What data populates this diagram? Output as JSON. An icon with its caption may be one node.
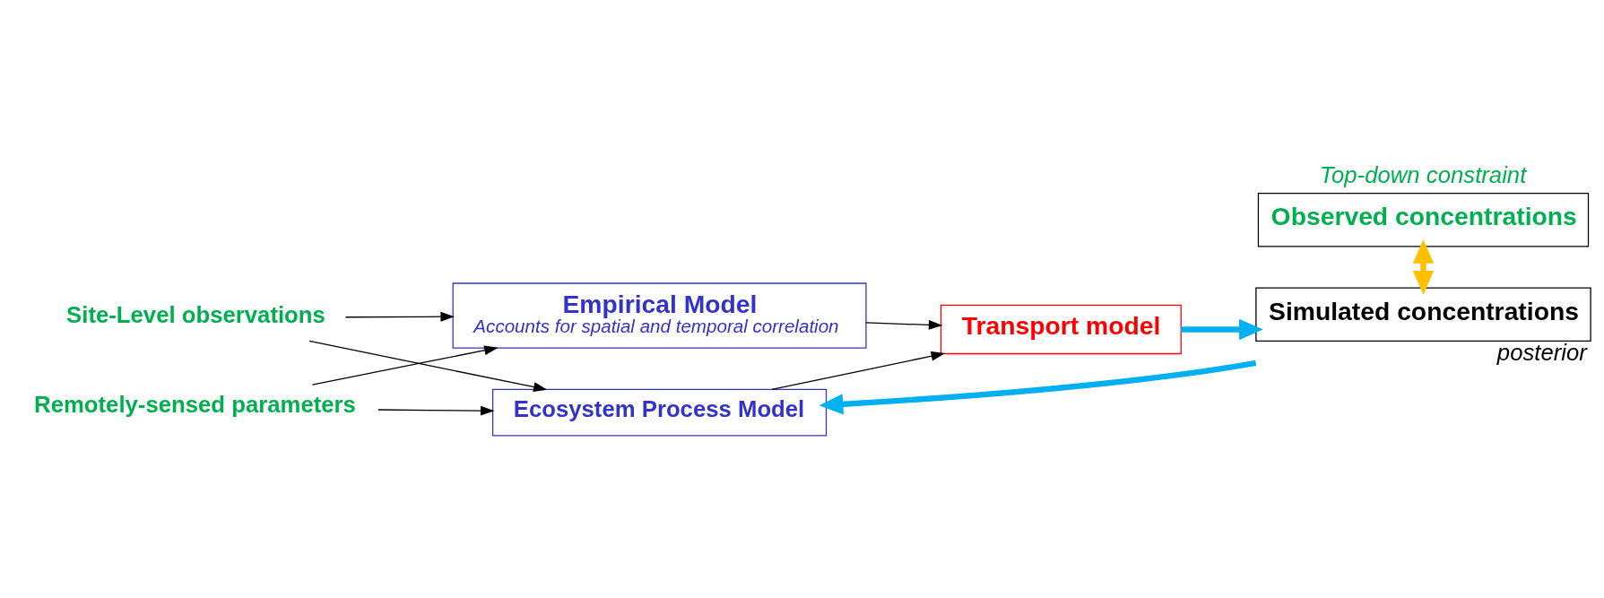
{
  "diagram": {
    "nodes": [
      {
        "text": [
          "Empirical Model",
          "Accounts for spatial and temporal correlation"
        ]
      },
      {
        "text": [
          "Observed concentrations"
        ],
        "beside": [
          "Top-down constraint"
        ]
      },
      {
        "text": [
          "Site-Level observations"
        ]
      },
      {
        "text": [
          "Transport model"
        ]
      },
      {
        "text": [
          "Simulated concentrations"
        ],
        "beside": [
          "posterior"
        ]
      },
      {
        "text": [
          "Ecosystem Process Model"
        ]
      },
      {
        "text": [
          "Remotely-sensed parameters"
        ]
      }
    ],
    "edges": [
      {
        "from": 2,
        "to": 0,
        "arrow": "to"
      },
      {
        "from": 2,
        "to": 5,
        "arrow": "to"
      },
      {
        "from": 6,
        "to": 0,
        "arrow": "to"
      },
      {
        "from": 6,
        "to": 5,
        "arrow": "to"
      },
      {
        "from": 0,
        "to": 3,
        "arrow": "to"
      },
      {
        "from": 5,
        "to": 3,
        "arrow": "to"
      },
      {
        "from": 3,
        "to": 4,
        "arrow": "to",
        "style": "thick",
        "color": "#00b0f0"
      },
      {
        "from": 1,
        "to": 4,
        "arrow": "both",
        "style": "thick",
        "color": "#ffc000"
      },
      {
        "from": 4,
        "to": 5,
        "arrow": "to",
        "style": "thick",
        "color": "#00b0f0"
      }
    ]
  }
}
